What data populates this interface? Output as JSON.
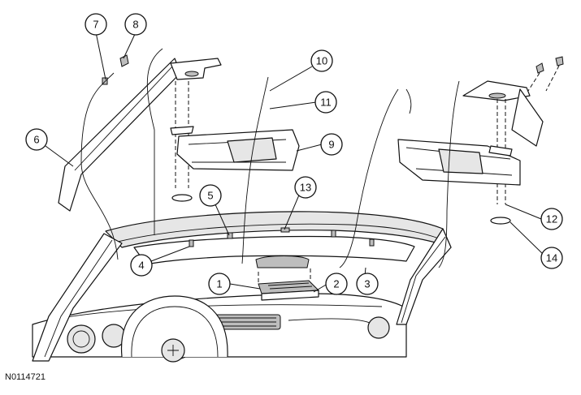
{
  "figure": {
    "reference_id": "N0114721",
    "callouts": [
      {
        "label": "1",
        "name": "callout-1"
      },
      {
        "label": "2",
        "name": "callout-2"
      },
      {
        "label": "3",
        "name": "callout-3"
      },
      {
        "label": "4",
        "name": "callout-4"
      },
      {
        "label": "5",
        "name": "callout-5"
      },
      {
        "label": "6",
        "name": "callout-6"
      },
      {
        "label": "7",
        "name": "callout-7"
      },
      {
        "label": "8",
        "name": "callout-8"
      },
      {
        "label": "9",
        "name": "callout-9"
      },
      {
        "label": "10",
        "name": "callout-10"
      },
      {
        "label": "11",
        "name": "callout-11"
      },
      {
        "label": "12",
        "name": "callout-12"
      },
      {
        "label": "13",
        "name": "callout-13"
      },
      {
        "label": "14",
        "name": "callout-14"
      }
    ]
  }
}
